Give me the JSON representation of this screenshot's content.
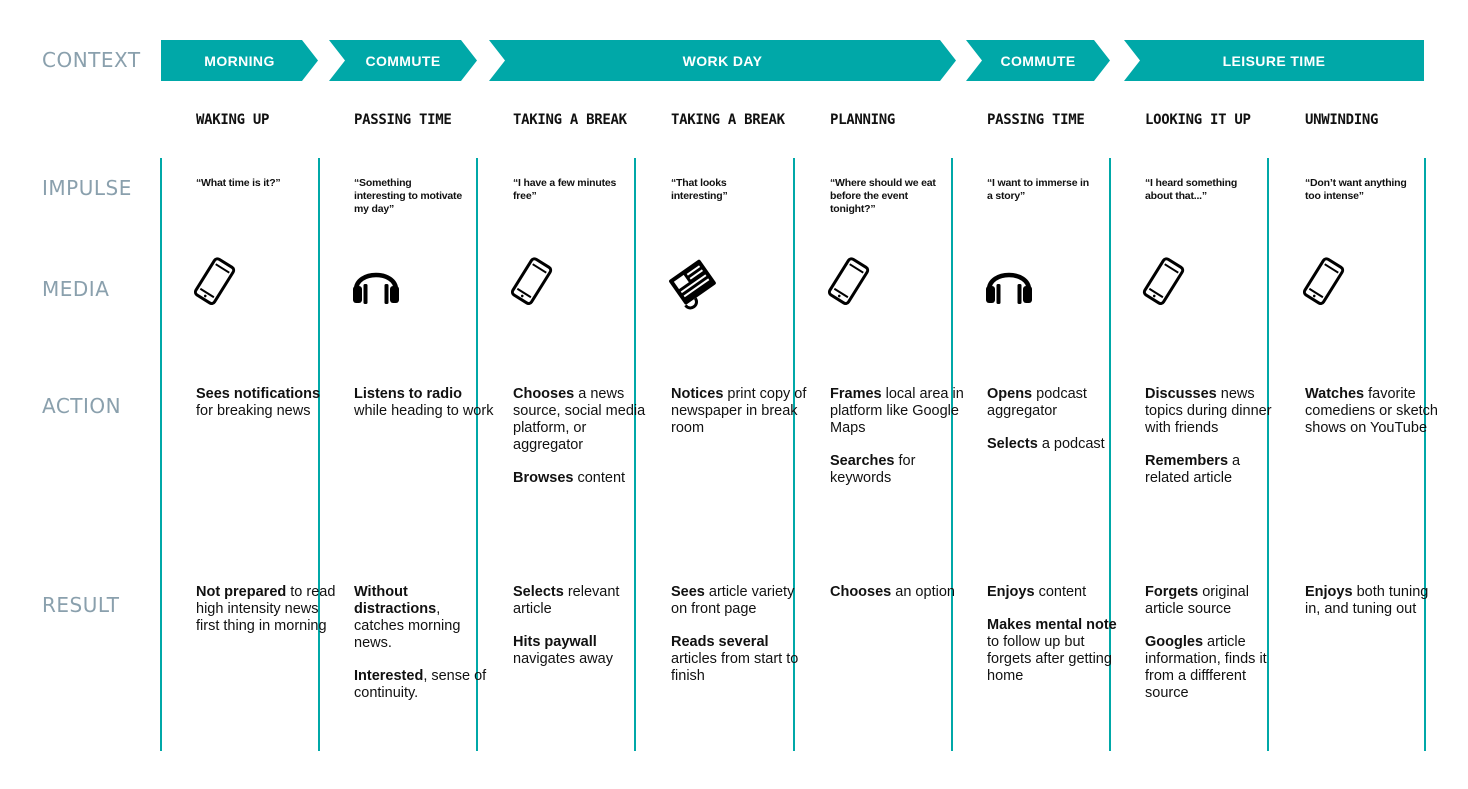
{
  "row_labels": {
    "context": "CONTEXT",
    "impulse": "IMPULSE",
    "media": "MEDIA",
    "action": "ACTION",
    "result": "RESULT"
  },
  "contexts": [
    "MORNING",
    "COMMUTE",
    "WORK DAY",
    "COMMUTE",
    "LEISURE TIME"
  ],
  "columns": [
    {
      "heading": "WAKING UP",
      "impulse": "“What time is it?”",
      "media": "smartphone-icon",
      "action": [
        {
          "bold": "Sees notifications",
          "text": " for breaking news"
        }
      ],
      "result": [
        {
          "bold": "Not prepared",
          "text": " to read high intensity news first thing in morning"
        }
      ]
    },
    {
      "heading": "PASSING TIME",
      "impulse": "“Something interesting to motivate my day”",
      "media": "headphones-icon",
      "action": [
        {
          "bold": "Listens to radio",
          "text": " while heading to work"
        }
      ],
      "result": [
        {
          "bold": "Without distractions",
          "text": ", catches morning news."
        },
        {
          "bold": "Interested",
          "text": ", sense of continuity."
        }
      ]
    },
    {
      "heading": "TAKING A BREAK",
      "impulse": "“I have a few minutes free”",
      "media": "smartphone-icon",
      "action": [
        {
          "bold": "Chooses",
          "text": " a news source, social media platform, or aggregator"
        },
        {
          "bold": "Browses",
          "text": " content"
        }
      ],
      "result": [
        {
          "bold": "Selects",
          "text": " relevant article"
        },
        {
          "bold": "Hits paywall",
          "text": " navigates away"
        }
      ]
    },
    {
      "heading": "TAKING A BREAK",
      "impulse": "“That looks interesting”",
      "media": "newspaper-icon",
      "action": [
        {
          "bold": "Notices",
          "text": " print copy of newspaper in break room"
        }
      ],
      "result": [
        {
          "bold": "Sees",
          "text": " article variety on front page"
        },
        {
          "bold": "Reads several",
          "text": " articles from start to finish"
        }
      ]
    },
    {
      "heading": "PLANNING",
      "impulse": "“Where should we eat before the event tonight?”",
      "media": "smartphone-icon",
      "action": [
        {
          "bold": "Frames",
          "text": " local area in platform like Google Maps"
        },
        {
          "bold": "Searches",
          "text": " for keywords"
        }
      ],
      "result": [
        {
          "bold": "Chooses",
          "text": " an option"
        }
      ]
    },
    {
      "heading": "PASSING TIME",
      "impulse": "“I want to immerse in a story”",
      "media": "headphones-icon",
      "action": [
        {
          "bold": "Opens",
          "text": " podcast aggregator"
        },
        {
          "bold": "Selects",
          "text": " a podcast"
        }
      ],
      "result": [
        {
          "bold": "Enjoys",
          "text": " content"
        },
        {
          "bold": "Makes mental note",
          "text": " to follow up but forgets after getting home"
        }
      ]
    },
    {
      "heading": "LOOKING IT UP",
      "impulse": "“I heard something about that...”",
      "media": "smartphone-icon",
      "action": [
        {
          "bold": "Discusses",
          "text": " news topics during dinner with friends"
        },
        {
          "bold": "Remembers",
          "text": " a related article"
        }
      ],
      "result": [
        {
          "bold": "Forgets",
          "text": " original article source"
        },
        {
          "bold": "Googles",
          "text": " article information, finds it from a diffferent source"
        }
      ]
    },
    {
      "heading": "UNWINDING",
      "impulse": "“Don’t want anything too intense”",
      "media": "smartphone-icon",
      "action": [
        {
          "bold": "Watches",
          "text": " favorite comediens or sketch shows on YouTube"
        }
      ],
      "result": [
        {
          "bold": "Enjoys",
          "text": " both tuning in, and tuning out"
        }
      ]
    }
  ]
}
